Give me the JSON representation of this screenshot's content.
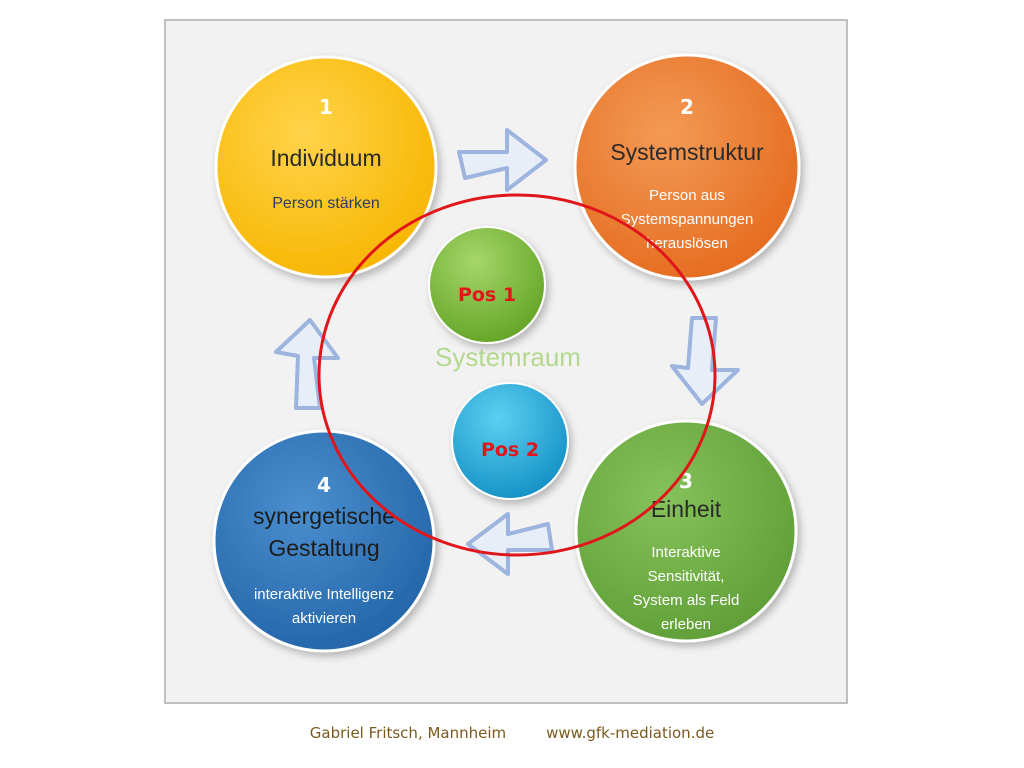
{
  "colors": {
    "frame_bg": "#f2f2f2",
    "frame_border": "#bfbfbf",
    "individuum": "#ffc000",
    "systemstruktur": "#ed7d31",
    "einheit": "#70ad47",
    "synergetisch": "#2e75b6",
    "pos1": "#7fba3a",
    "pos2": "#1fa8d8",
    "ring": "#e0161b",
    "arrow_fill": "#e8eef8",
    "arrow_stroke": "#9db4de"
  },
  "circles": {
    "c1": {
      "number": "1",
      "title": "Individuum",
      "subtitle": "Person stärken"
    },
    "c2": {
      "number": "2",
      "title": "Systemstruktur",
      "sub1": "Person aus",
      "sub2": "Systemspannungen",
      "sub3": "herauslösen"
    },
    "c3": {
      "number": "3",
      "title": "Einheit",
      "sub1": "Interaktive",
      "sub2": "Sensitivität,",
      "sub3": "System als Feld",
      "sub4": "erleben"
    },
    "c4": {
      "number": "4",
      "title1": "synergetische",
      "title2": "Gestaltung",
      "sub1": "interaktive Intelligenz",
      "sub2": "aktivieren"
    }
  },
  "center": {
    "label": "Systemraum",
    "pos1": "Pos 1",
    "pos2": "Pos 2"
  },
  "footer": {
    "author": "Gabriel Fritsch, Mannheim",
    "website": "www.gfk-mediation.de"
  }
}
